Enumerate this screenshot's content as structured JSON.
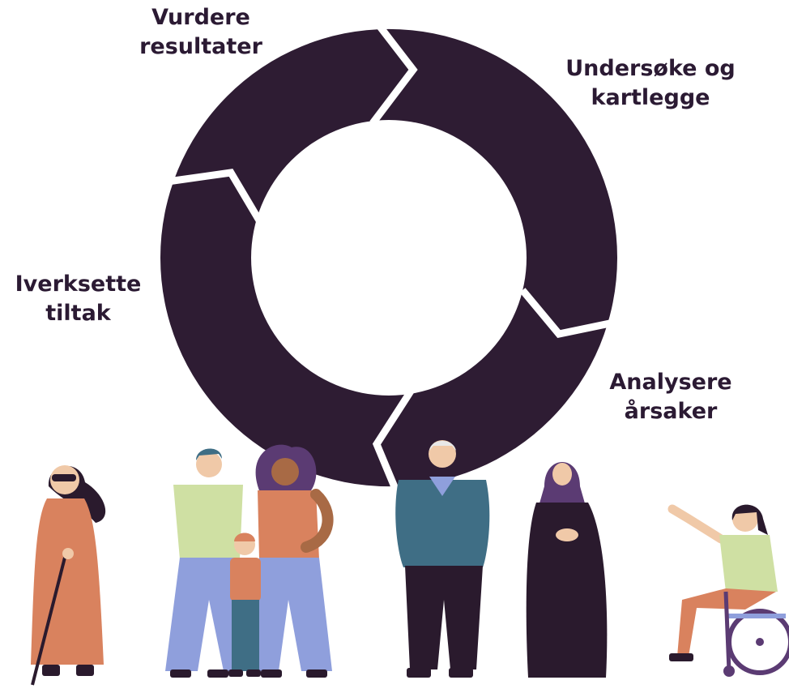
{
  "cycle": {
    "steps": [
      {
        "id": "vurdere",
        "lines": [
          "Vurdere",
          "resultater"
        ]
      },
      {
        "id": "undersoke",
        "lines": [
          "Undersøke og",
          "kartlegge"
        ]
      },
      {
        "id": "analysere",
        "lines": [
          "Analysere",
          "årsaker"
        ]
      },
      {
        "id": "iverksette",
        "lines": [
          "Iverksette",
          "tiltak"
        ]
      }
    ],
    "ring_color": "#2e1c33",
    "arrow_direction": "clockwise"
  },
  "people": [
    {
      "name": "woman-with-cane"
    },
    {
      "name": "adult-green-shirt"
    },
    {
      "name": "woman-curly-hair"
    },
    {
      "name": "child"
    },
    {
      "name": "elderly-man"
    },
    {
      "name": "woman-hijab"
    },
    {
      "name": "woman-wheelchair"
    }
  ],
  "colors": {
    "text": "#2b1a33",
    "skin": "#f0c9a8",
    "orange": "#d9825e",
    "green": "#cfe0a3",
    "blue": "#8f9fdc",
    "teal": "#3f6e85",
    "dark": "#2a1a2d",
    "purple": "#5b3b73"
  }
}
